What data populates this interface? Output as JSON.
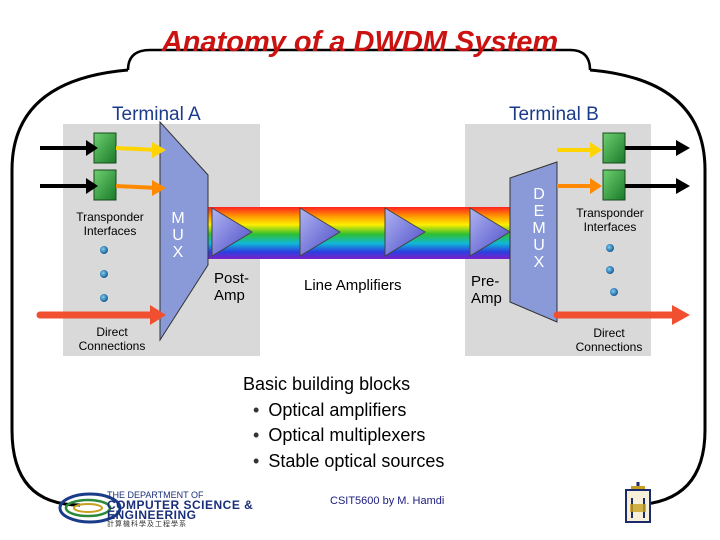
{
  "title": "Anatomy of a DWDM System",
  "terminal_a": "Terminal A",
  "terminal_b": "Terminal B",
  "transponder_left": [
    "Transponder",
    "Interfaces"
  ],
  "transponder_right": [
    "Transponder",
    "Interfaces"
  ],
  "direct_left": [
    "Direct",
    "Connections"
  ],
  "direct_right": [
    "Direct",
    "Connections"
  ],
  "mux_letters": [
    "M",
    "U",
    "X"
  ],
  "demux_letters": [
    "D",
    "E",
    "M",
    "U",
    "X"
  ],
  "post_amp": [
    "Post-",
    "Amp"
  ],
  "line_amplifiers": "Line Amplifiers",
  "pre_amp": [
    "Pre-",
    "Amp"
  ],
  "building_blocks": {
    "heading": "Basic building blocks",
    "items": [
      "Optical amplifiers",
      "Optical multiplexers",
      "Stable optical sources"
    ]
  },
  "footer": "CSIT5600 by M. Hamdi",
  "logo": {
    "line1": "THE DEPARTMENT OF",
    "line2": "COMPUTER SCIENCE &",
    "line3": "ENGINEERING",
    "line4": "計算機科學及工程學系"
  },
  "colors": {
    "title": "#cc1111",
    "terminal_label": "#1b3a8a",
    "mux": "#8a9ad8",
    "amp": "#6f6fd8",
    "direct_arrow": "#f05030",
    "transponder": "#2e9a3a"
  },
  "icons": [
    "arrow-right-icon",
    "amplifier-icon",
    "mux-icon",
    "demux-icon",
    "hkust-logo-icon",
    "cse-logo-icon"
  ]
}
